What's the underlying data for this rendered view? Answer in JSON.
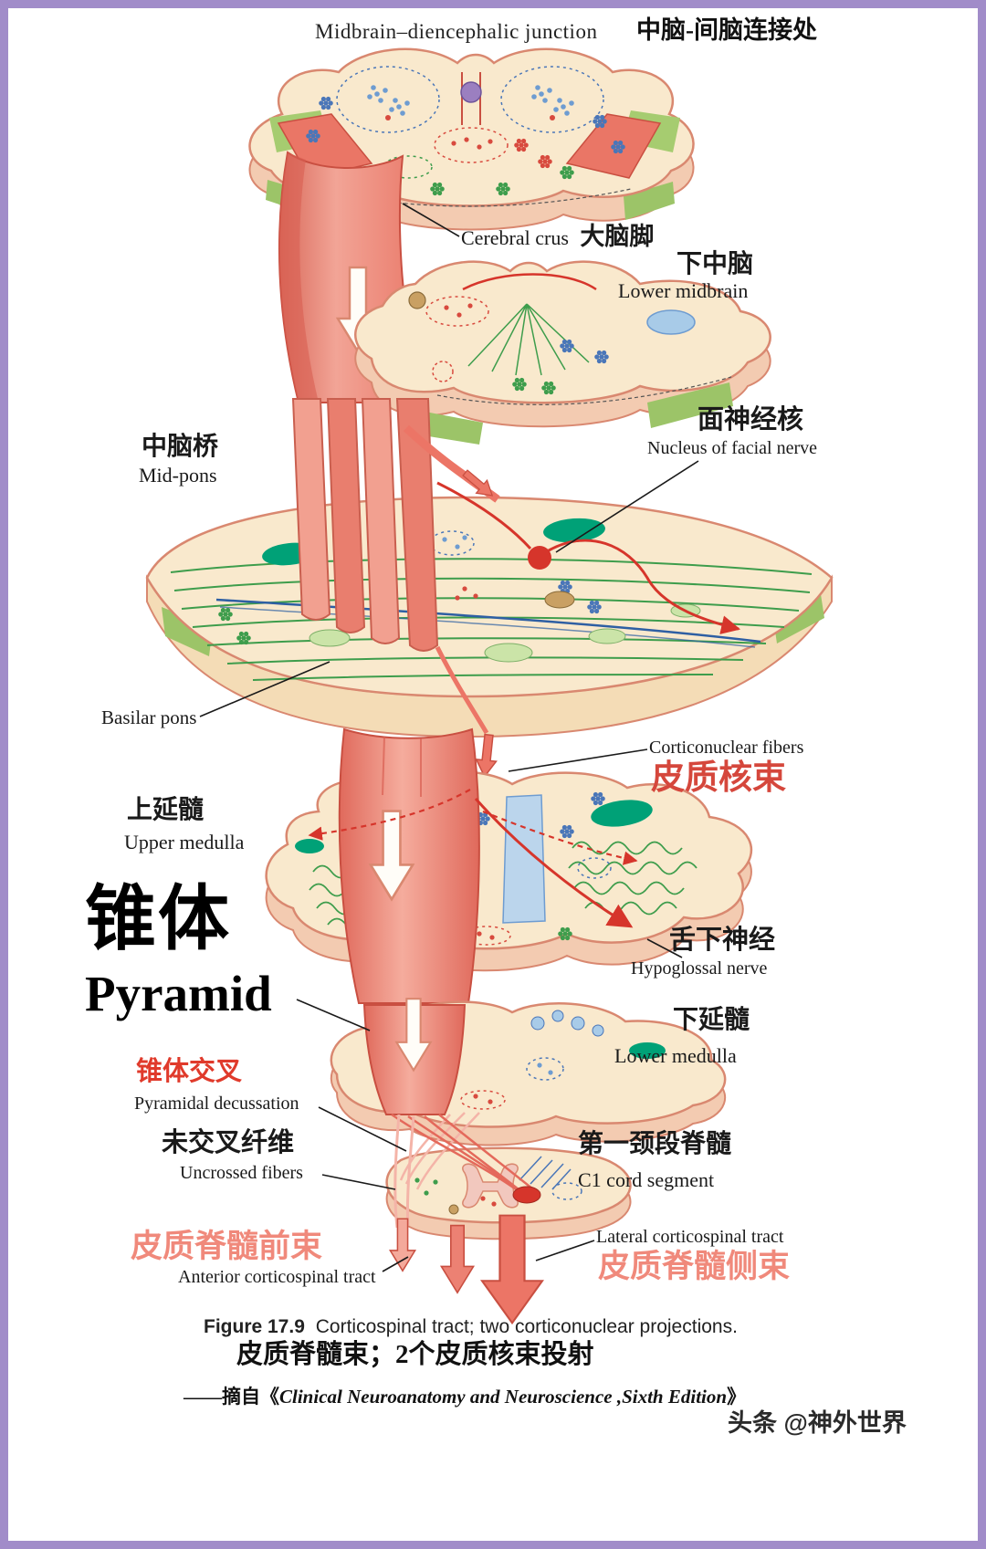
{
  "header": {
    "title_en": "Midbrain–diencephalic junction",
    "title_zh": "中脑-间脑连接处"
  },
  "annotations": {
    "cerebral_crus": {
      "en": "Cerebral crus",
      "zh": "大脑脚"
    },
    "lower_midbrain": {
      "zh": "下中脑",
      "en": "Lower midbrain"
    },
    "mid_pons": {
      "zh": "中脑桥",
      "en": "Mid-pons"
    },
    "facial_nucleus": {
      "zh": "面神经核",
      "en": "Nucleus of facial nerve"
    },
    "basilar_pons": {
      "en": "Basilar pons"
    },
    "corticonuclear_fibers": {
      "en": "Corticonuclear fibers",
      "zh": "皮质核束"
    },
    "upper_medulla": {
      "zh": "上延髓",
      "en": "Upper medulla"
    },
    "pyramid": {
      "zh": "锥体",
      "en": "Pyramid"
    },
    "hypoglossal_nerve": {
      "zh": "舌下神经",
      "en": "Hypoglossal nerve"
    },
    "lower_medulla": {
      "zh": "下延髓",
      "en": "Lower medulla"
    },
    "pyramidal_decussation": {
      "zh": "锥体交叉",
      "en": "Pyramidal decussation"
    },
    "uncrossed_fibers": {
      "zh": "未交叉纤维",
      "en": "Uncrossed fibers"
    },
    "c1_cord_segment": {
      "zh": "第一颈段脊髓",
      "en": "C1 cord segment"
    },
    "anterior_corticospinal": {
      "zh": "皮质脊髓前束",
      "en": "Anterior corticospinal tract"
    },
    "lateral_corticospinal": {
      "en": "Lateral corticospinal tract",
      "zh": "皮质脊髓侧束"
    }
  },
  "caption": {
    "figure_label": "Figure 17.9",
    "title_en": "Corticospinal tract; two corticonuclear projections.",
    "title_zh": "皮质脊髓束；2个皮质核束投射",
    "source_prefix": "——摘自《",
    "source_title": "Clinical Neuroanatomy and Neuroscience ,Sixth Edition",
    "source_suffix": "》"
  },
  "watermark": {
    "text": "头条 @神外世界"
  },
  "colors": {
    "border_purple": "#A18CC9",
    "tract_salmon": "#EC7566",
    "tract_salmon_light": "#F5AC9D",
    "nerve_red": "#D6352B",
    "label_red": "#D5473C",
    "label_bright_red": "#E03A2B",
    "label_salmon": "#F0897B",
    "section_cream": "#F9E9CD",
    "section_edge": "#D98870",
    "side_pink": "#F3CBB1",
    "fiber_green": "#3E9D4C",
    "patch_green": "#A6CC70",
    "nucleus_teal": "#00A177",
    "lemniscus_blue": "#2E5FA3"
  }
}
